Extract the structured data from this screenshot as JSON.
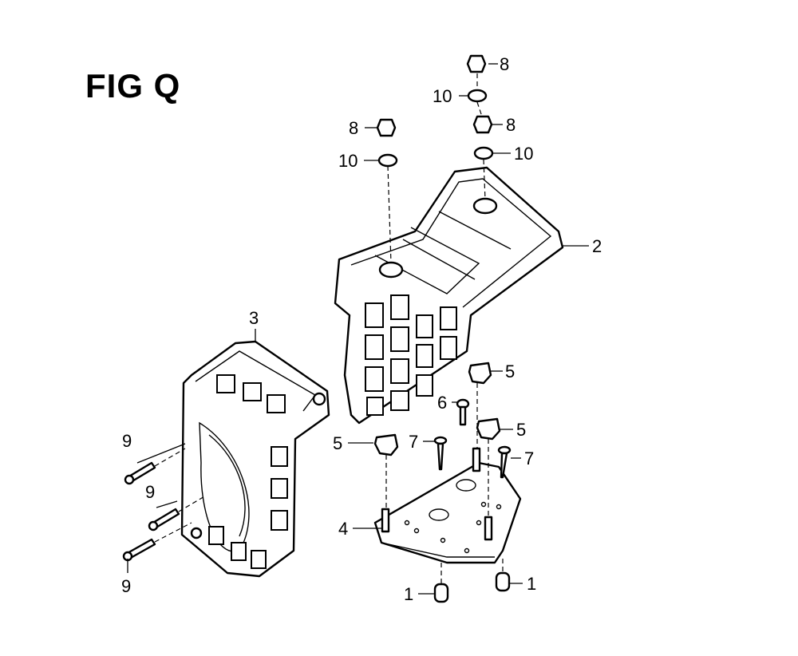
{
  "figure": {
    "title": "FIG Q"
  },
  "callouts": {
    "c1a": "1",
    "c1b": "1",
    "c2": "2",
    "c3": "3",
    "c4": "4",
    "c5a": "5",
    "c5b": "5",
    "c5c": "5",
    "c6": "6",
    "c7a": "7",
    "c7b": "7",
    "c8a": "8",
    "c8b": "8",
    "c8c": "8",
    "c9a": "9",
    "c9b": "9",
    "c9c": "9",
    "c10a": "10",
    "c10b": "10",
    "c10c": "10"
  }
}
